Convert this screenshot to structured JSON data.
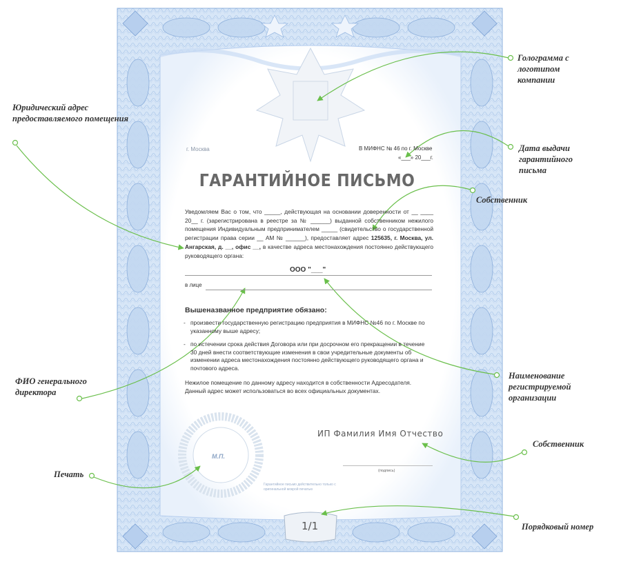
{
  "document": {
    "city": "г. Москва",
    "recipient": "В МИФНС № 46 по г. Москве",
    "date_line": "«___» 20___г.",
    "title": "ГАРАНТИЙНОЕ ПИСЬМО",
    "body_1": "Уведомляем Вас о том, что _____, действующая на основании доверенности от __ ____ 20__ г. (зарегистрирована в реестре за № ______) выданной собственником нежилого помещения Индивидуальным предпринимателем _____ (свидетельство о государственной регистрации права серии __ АМ № ______), предоставляет адрес",
    "address": "125635, г. Москва, ул. Ангарская, д. __, офис __,",
    "body_2": "в качестве адреса местонахождения постоянно действующего руководящего органа:",
    "org_name": "ООО \"___\"",
    "in_person_label": "в лице",
    "obligations_heading": "Вышеназванное предприятие обязано:",
    "obligations": [
      "произвести государственную регистрацию предприятия в МИФНС №46 по г. Москве по указанному выше адресу;",
      "по истечении срока действия Договора или при досрочном его прекращении в течение 30 дней внести соответствующие изменения в свои учредительные документы об изменении адреса местонахождения постоянно действующего руководящего органа и почтового адреса."
    ],
    "ownership_note": "Нежилое помещение по данному адресу находится в собственности Адресодателя. Данный адрес может использоваться во всех официальных документах.",
    "signer": "ИП Фамилия Имя Отчество",
    "signature_caption": "(подпись)",
    "stamp_label": "М.П.",
    "footnote": "Гарантийное письмо действительно только с оригинальной мокрой печатью",
    "page_number": "1/1"
  },
  "callouts": {
    "hologram": "Голограмма с логотипом компании",
    "legal_address": "Юридический адрес предоставляемого помещения",
    "issue_date": "Дата выдачи гарантийного письма",
    "owner_1": "Собственник",
    "org_name": "Наименование регистрируемой организации",
    "director": "ФИО генерального директора",
    "stamp": "Печать",
    "owner_2": "Собственник",
    "serial": "Порядковый номер"
  },
  "colors": {
    "frame_light": "#dbe9f8",
    "frame_mid": "#a9c6ea",
    "frame_dark": "#6f98cf",
    "arrow": "#6abf4b",
    "paper": "#ffffff"
  }
}
